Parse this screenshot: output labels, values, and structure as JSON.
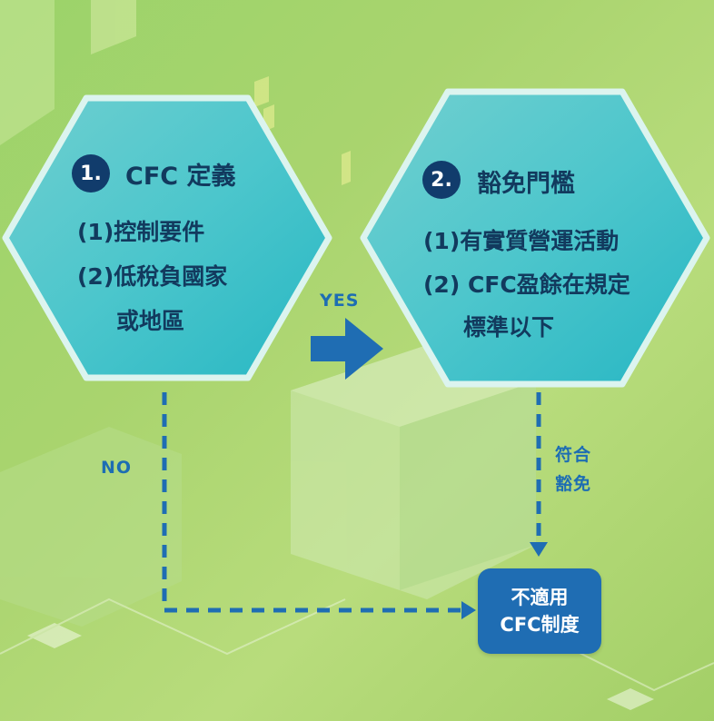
{
  "step1": {
    "number": "1.",
    "title": "CFC 定義",
    "lines": [
      "(1)控制要件",
      "(2)低稅負國家",
      "或地區"
    ]
  },
  "step2": {
    "number": "2.",
    "title": "豁免門檻",
    "lines": [
      "(1)有實質營運活動",
      "(2) CFC盈餘在規定",
      "標準以下"
    ]
  },
  "labels": {
    "yes": "YES",
    "no": "NO",
    "qualify_line1": "符合",
    "qualify_line2": "豁免"
  },
  "result": {
    "line1": "不適用",
    "line2": "CFC制度"
  },
  "colors": {
    "hexagon_fill": "#39c0c9",
    "hexagon_border": "#d9f3ee",
    "arrow": "#1f6db3",
    "badge": "#113c6c",
    "text": "#123a5e"
  }
}
